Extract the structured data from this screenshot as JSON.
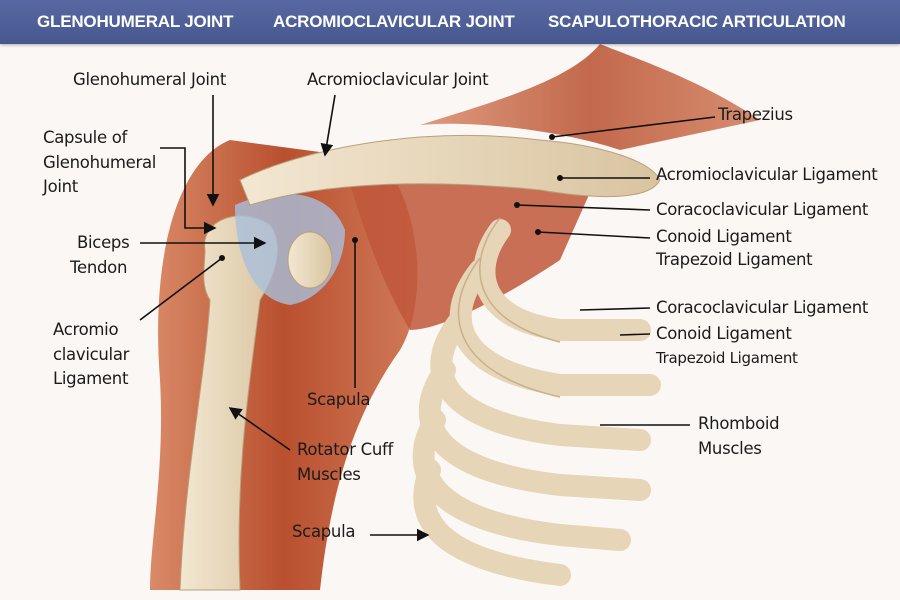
{
  "header": {
    "tabs": [
      "GLENOHUMERAL JOINT",
      "ACROMIOCLAVICULAR JOINT",
      "SCAPULOTHORACIC ARTICULATION"
    ],
    "color": "#4d5e98"
  },
  "labels": {
    "glenohumeral_joint": "Glenohumeral Joint",
    "acromioclavicular_joint": "Acromioclavicular Joint",
    "capsule_1": "Capsule of",
    "capsule_2": "Glenohumeral",
    "capsule_3": "Joint",
    "biceps_1": "Biceps",
    "biceps_2": "Tendon",
    "acromio_1": "Acromio",
    "acromio_2": "clavicular",
    "acromio_3": "Ligament",
    "scapula_upper": "Scapula",
    "rotator_1": "Rotator Cuff",
    "rotator_2": "Muscles",
    "scapula_lower": "Scapula",
    "trapezius": "Trapezius",
    "ac_ligament": "Acromioclavicular Ligament",
    "cc_ligament_1": "Coracoclavicular Ligament",
    "conoid_1": "Conoid Ligament",
    "trapezoid_1": "Trapezoid Ligament",
    "cc_ligament_2": "Coracoclavicular Ligament",
    "conoid_2": "Conoid Ligament",
    "trapezoid_2": "Trapezoid Ligament",
    "rhomboid_1": "Rhomboid",
    "rhomboid_2": "Muscles"
  },
  "colors": {
    "muscle": "#c4623f",
    "bone": "#ecdcc0",
    "ligament": "#9fb6d6"
  }
}
